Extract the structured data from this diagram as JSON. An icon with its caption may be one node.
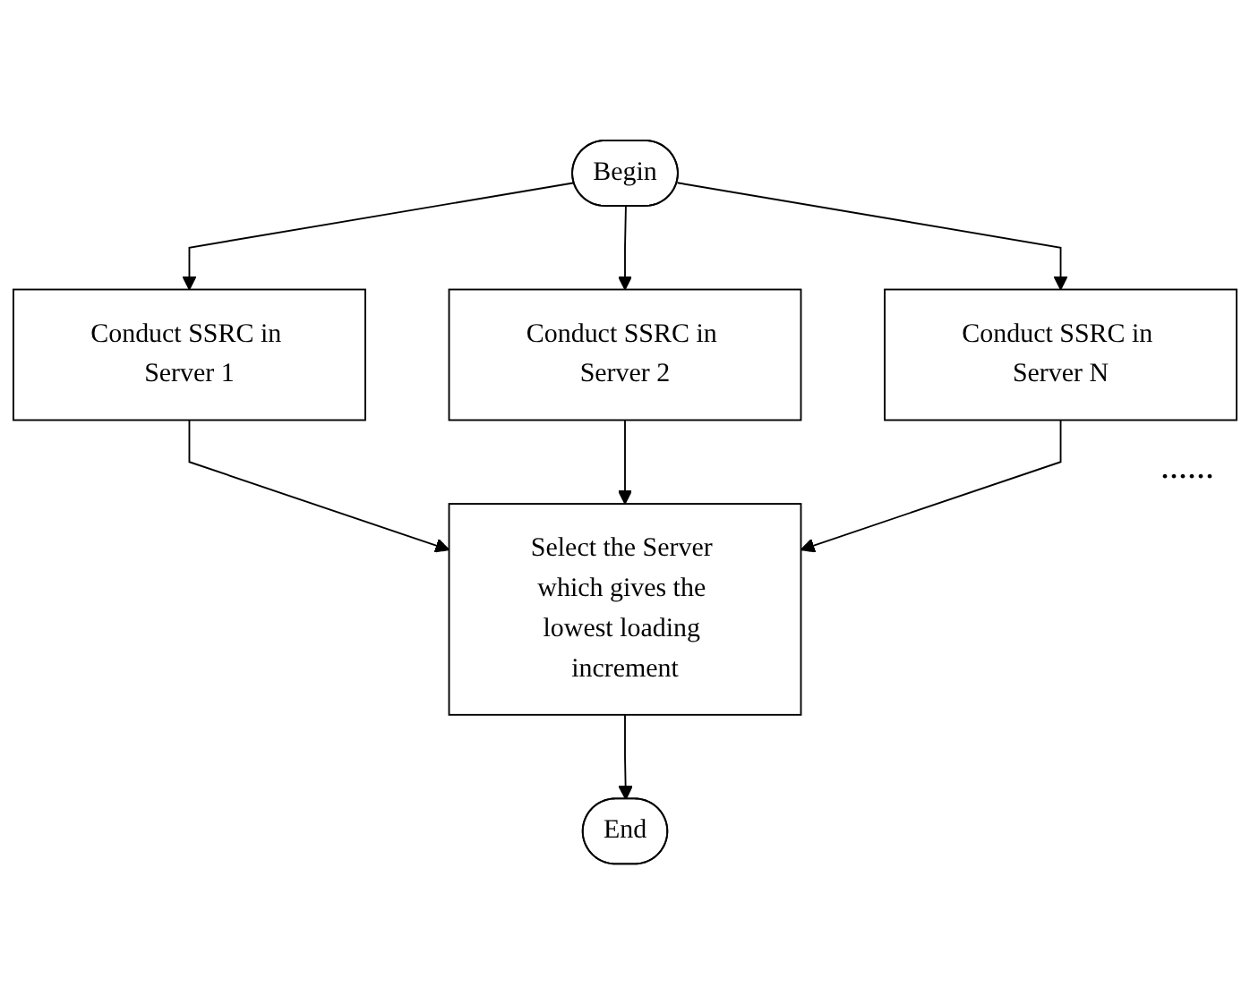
{
  "diagram": {
    "nodes": [
      {
        "text": [
          "Begin"
        ]
      },
      {
        "text": [
          "Conduct SSRC in Server 1"
        ]
      },
      {
        "text": [
          "Conduct SSRC in Server 2"
        ]
      },
      {
        "text": [
          "Conduct SSRC in Server N"
        ]
      },
      {
        "text": [
          "Select the Server which gives the lowest loading increment"
        ]
      },
      {
        "text": [
          "End"
        ]
      }
    ],
    "edges": [
      {
        "from": 0,
        "to": 1,
        "arrow": "to"
      },
      {
        "from": 0,
        "to": 2,
        "arrow": "to"
      },
      {
        "from": 0,
        "to": 3,
        "arrow": "to"
      },
      {
        "from": 1,
        "to": 4,
        "arrow": "to"
      },
      {
        "from": 2,
        "to": 4,
        "arrow": "to"
      },
      {
        "from": 3,
        "to": 4,
        "arrow": "to"
      },
      {
        "from": 4,
        "to": 5,
        "arrow": "to"
      }
    ],
    "labels": [
      "......"
    ]
  }
}
